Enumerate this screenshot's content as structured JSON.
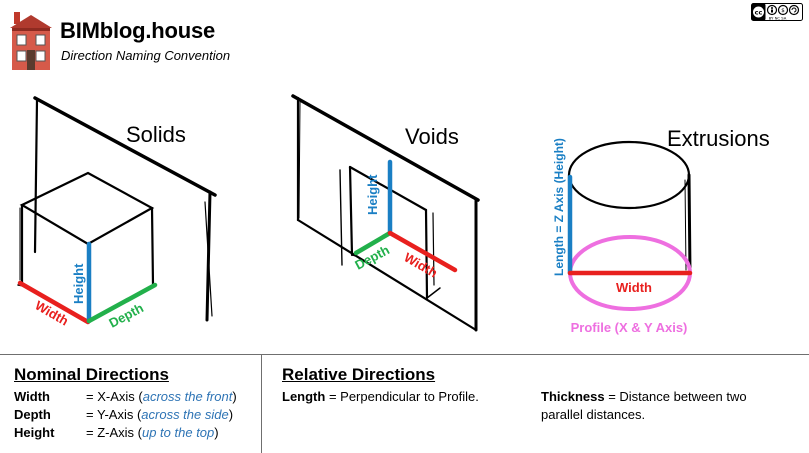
{
  "header": {
    "brand": "BIMblog.house",
    "tagline": "Direction Naming Convention",
    "license": "cc by nc sa"
  },
  "diagrams": {
    "solids": {
      "title": "Solids",
      "height_label": "Height",
      "width_label": "Width",
      "depth_label": "Depth"
    },
    "voids": {
      "title": "Voids",
      "height_label": "Height",
      "depth_label": "Depth",
      "width_label": "Width"
    },
    "extrusions": {
      "title": "Extrusions",
      "length_label": "Length = Z Axis (Height)",
      "width_label": "Width",
      "profile_label": "Profile (X & Y Axis)"
    }
  },
  "colors": {
    "width": "#e8201e",
    "height": "#1a7fc4",
    "depth": "#22b04b",
    "profile": "#ee6fe0",
    "note": "#2e74b5"
  },
  "nominal": {
    "heading": "Nominal Directions",
    "rows": [
      {
        "term": "Width",
        "prefix": "= X-Axis (",
        "note": "across the front",
        "suffix": ")"
      },
      {
        "term": "Depth",
        "prefix": "= Y-Axis (",
        "note": "across the side",
        "suffix": ")"
      },
      {
        "term": "Height",
        "prefix": "= Z-Axis (",
        "note": "up to the top",
        "suffix": ")"
      }
    ]
  },
  "relative": {
    "heading": "Relative Directions",
    "length_term": "Length",
    "length_def": " = Perpendicular to Profile.",
    "thickness_term": "Thickness",
    "thickness_def_1": " = Distance between two",
    "thickness_def_2": "parallel distances."
  }
}
